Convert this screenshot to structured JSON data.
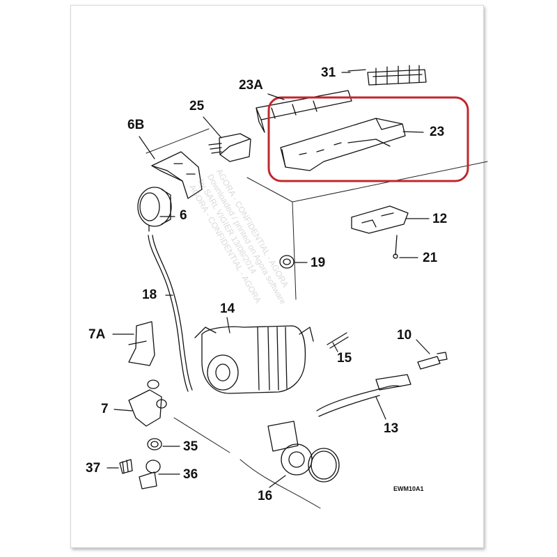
{
  "labels": {
    "p31": "31",
    "p23A": "23A",
    "p25": "25",
    "p6B": "6B",
    "p23": "23",
    "p6": "6",
    "p12": "12",
    "p21": "21",
    "p19": "19",
    "p18": "18",
    "p14": "14",
    "p7A": "7A",
    "p10": "10",
    "p15": "15",
    "p7": "7",
    "p13": "13",
    "p35": "35",
    "p37": "37",
    "p36": "36",
    "p16": "16"
  },
  "diagram_code": "EWM10A1",
  "watermark": [
    "AGORA - CONFIDENTIAL - AGORA",
    "Downloaded / printed on Agora software",
    "by SARL VIGIER 13/08/2014",
    "AGORA - CONFIDENTIAL - AGORA"
  ],
  "highlight_color": "#c0272d"
}
